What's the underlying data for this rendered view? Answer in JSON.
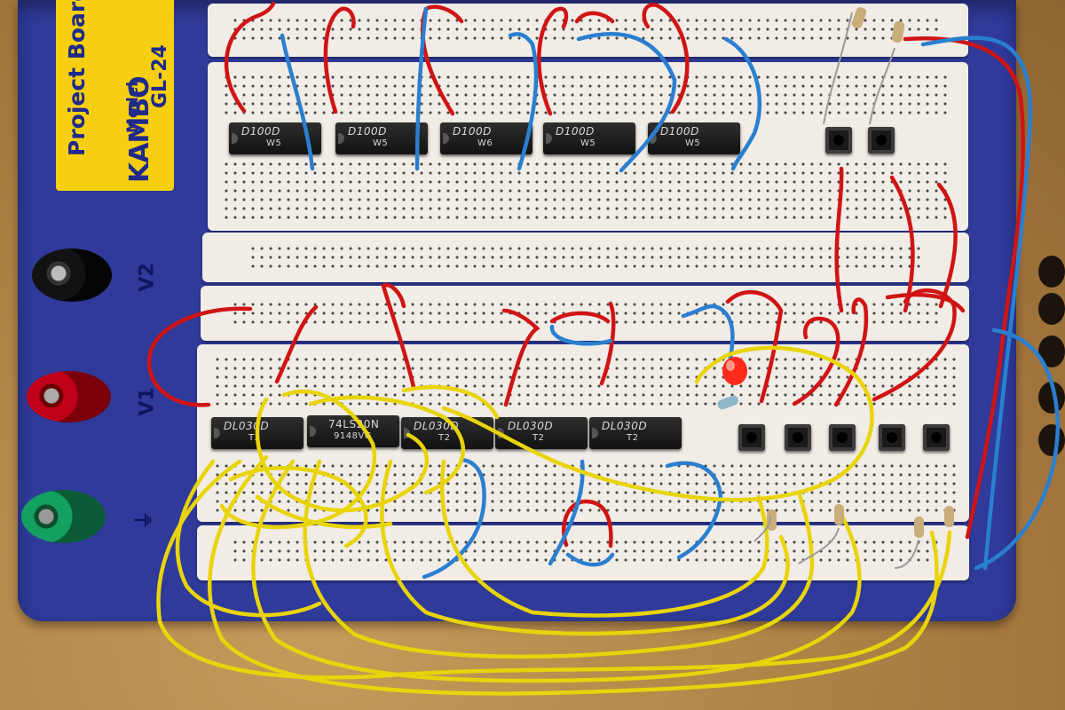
{
  "labels": {
    "brand": "Project Boards",
    "logo": "KAMBO",
    "model": "Model",
    "model_number": "GL-24"
  },
  "terminals": {
    "v2": "V2",
    "v1": "V1"
  },
  "chips_top": [
    {
      "marking": "D100D",
      "sub": "W5"
    },
    {
      "marking": "D100D",
      "sub": "W5"
    },
    {
      "marking": "D100D",
      "sub": "W6"
    },
    {
      "marking": "D100D",
      "sub": "W5"
    },
    {
      "marking": "D100D",
      "sub": "W5"
    }
  ],
  "chips_bottom": [
    {
      "marking": "DL030D",
      "sub": "T2"
    },
    {
      "marking": "74LS20N",
      "sub": "9148VG"
    },
    {
      "marking": "DL030D",
      "sub": "T2"
    },
    {
      "marking": "DL030D",
      "sub": "T2"
    },
    {
      "marking": "DL030D",
      "sub": "T2"
    }
  ],
  "colors": {
    "board": "#2f3a9a",
    "plate": "#f6cf10",
    "wire_red": "#d01414",
    "wire_blue": "#2a7fd0",
    "wire_yellow": "#e8d40a",
    "led": "#ff2a1a"
  }
}
